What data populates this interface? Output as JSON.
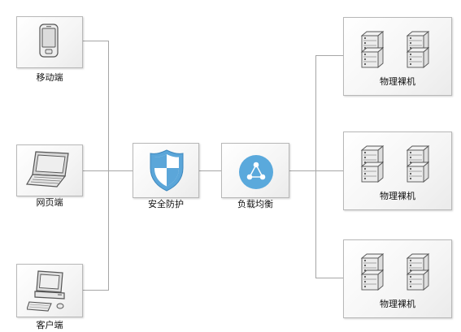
{
  "clients": [
    {
      "label": "移动端",
      "icon": "mobile-phone-icon"
    },
    {
      "label": "网页端",
      "icon": "laptop-icon"
    },
    {
      "label": "客户端",
      "icon": "desktop-computer-icon"
    }
  ],
  "security": {
    "label": "安全防护",
    "icon": "security-shield-icon"
  },
  "load_balancer": {
    "label": "负载均衡",
    "icon": "load-balance-icon"
  },
  "servers": [
    {
      "label": "物理裸机",
      "icon": "server-rack-icon"
    },
    {
      "label": "物理裸机",
      "icon": "server-rack-icon"
    },
    {
      "label": "物理裸机",
      "icon": "server-rack-icon"
    }
  ],
  "colors": {
    "line": "#a6a6a6",
    "box_border": "#b8b8b8",
    "shield": "#5ba6d9",
    "balancer": "#5aa9dc",
    "device_stroke": "#555555"
  }
}
